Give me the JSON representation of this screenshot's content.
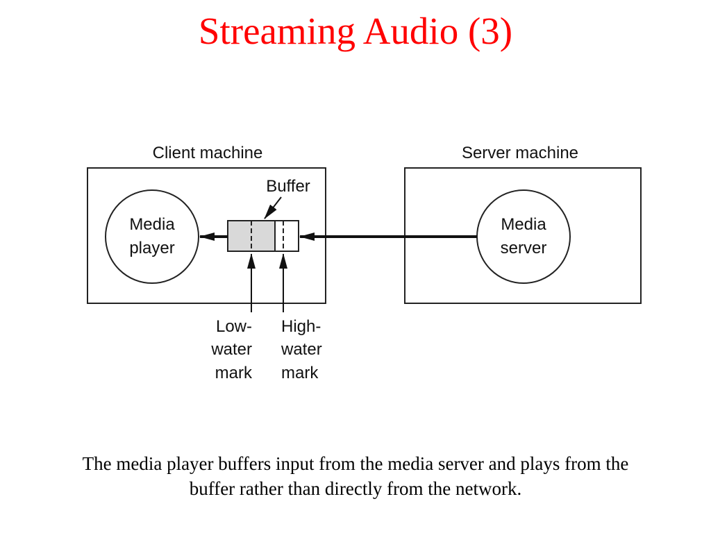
{
  "slide": {
    "title": "Streaming Audio (3)",
    "title_color": "#ff0000",
    "caption_lines": [
      "The media player buffers input from the media server and plays from the",
      "buffer rather than directly from the network."
    ]
  },
  "diagram": {
    "client_box": {
      "label": "Client machine"
    },
    "server_box": {
      "label": "Server machine"
    },
    "media_player": {
      "lines": [
        "Media",
        "player"
      ]
    },
    "media_server": {
      "lines": [
        "Media",
        "server"
      ]
    },
    "buffer": {
      "label": "Buffer",
      "fill_color": "#d9d9d9"
    },
    "low_water_mark": {
      "lines": [
        "Low-",
        "water",
        "mark"
      ]
    },
    "high_water_mark": {
      "lines": [
        "High-",
        "water",
        "mark"
      ]
    }
  }
}
